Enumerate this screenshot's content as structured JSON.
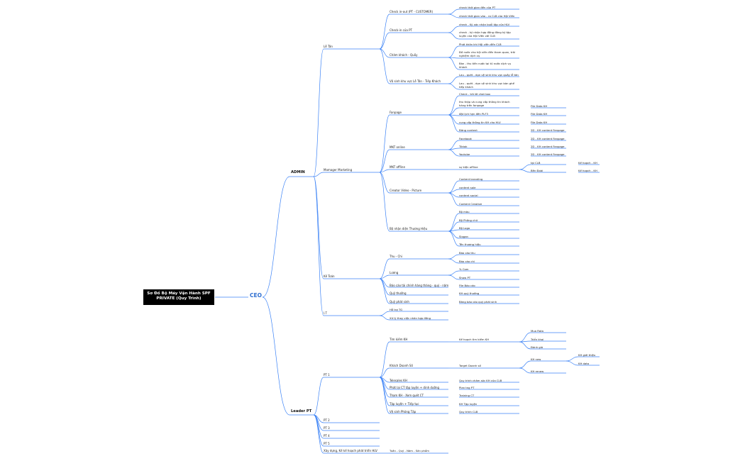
{
  "root": "Sơ Đồ Bộ Máy Vận Hành SPF PRIVATE (Quy Trình)",
  "ceo": "CEO",
  "admin": {
    "label": "ADMIN",
    "le_tan": {
      "label": "Lễ Tân",
      "items": [
        {
          "label": "Check in-out (PT - CUSTOMER)",
          "children": [
            "check thời gian đến của PT",
            "check thời gian vào - ra CLB của Hội Viên"
          ]
        },
        {
          "label": "Check-in của PT",
          "children": [
            "check - Ký xác nhận buổi tập của HLV",
            "check - ký nhận hợp đồng đăng ký tập luyện của Hội Viên với CLB"
          ]
        },
        {
          "label": "Chăm khách - Quầy",
          "children": [
            "Phát khăn khi Hội viên đến CLB",
            "Đồ nước cho hội viên đến tham quan, trải nghiệm dịch vụ",
            "Bàn - thu tiền nước tại tủ nước dịch vụ khách"
          ]
        },
        {
          "label": "Vệ sinh khu vực Lễ Tân - Tiếp Khách",
          "children": [
            "Lau - quét - dọn vệ sinh khu vực quầy lễ tân",
            "Lau - quét - dọn vệ sinh khu vực bàn ghế tiếp khách"
          ]
        }
      ]
    },
    "marketing": {
      "label": "Mamager Marketing",
      "fanpage": {
        "label": "Fanpage",
        "items": [
          {
            "label": "Check - trả lời chat box",
            "tag": ""
          },
          {
            "label": "thu thập và cung cấp thông tin khách hàng trên fanpage",
            "tag": "File Data KH"
          },
          {
            "label": "đặt lịch hẹn đến PLF3",
            "tag": "File Data KH"
          },
          {
            "label": "cung cấp thông tin KH cho HLV",
            "tag": "File Data KH"
          },
          {
            "label": "Đăng content",
            "tag": "2D - KH content Fanpage"
          }
        ]
      },
      "mkt_online": {
        "label": "MKT online",
        "items": [
          {
            "label": "Facebook",
            "tag": "2D - KH content Fanpage"
          },
          {
            "label": "Tiktok",
            "tag": "2D - KH content Fanpage"
          },
          {
            "label": "Youtube",
            "tag": "2D - KH content Fanpage"
          }
        ]
      },
      "mkt_offline": {
        "label": "MKT offline",
        "event": "sự kiện offline",
        "children": [
          {
            "label": "tại CLB",
            "tag": "Kế hoạch - KH"
          },
          {
            "label": "Bên Đoài",
            "tag": "Kế hoạch - KH"
          }
        ]
      },
      "video": {
        "label": "Creator Video - Picture",
        "children": [
          "Content branding",
          "content sale",
          "content social",
          "Content Creative"
        ]
      },
      "brand": {
        "label": "Bộ nhận diện Thương Hiệu",
        "children": [
          "Bộ màu",
          "Bộ Phông chữ",
          "Bộ Logo",
          "Slogan",
          "Tên thương hiệu"
        ]
      }
    },
    "ke_toan": {
      "label": "Kế Toán",
      "thu_chi": {
        "label": "Thu - Chi",
        "children": [
          "Báo cáo thu",
          "Báo cáo chi"
        ]
      },
      "luong": {
        "label": "Lương",
        "children": [
          "% Com",
          "Show PT"
        ]
      },
      "items": [
        {
          "label": "Báo cáo tài chính hàng tháng - quý - năm",
          "tag": "File Báo cáo"
        },
        {
          "label": "Quỹ thưởng",
          "tag": "KH quỹ thưởng"
        },
        {
          "label": "Quỹ phát sinh",
          "tag": "Bảng báo cáo quỹ phát sinh"
        }
      ]
    },
    "it": {
      "label": "I.T",
      "children": [
        "Hỗ trợ TG",
        "Xử lý thay việc nhân hợp đồng"
      ]
    }
  },
  "leader": {
    "label": "Leader PT",
    "pt1": {
      "label": "PT 1",
      "tim_kiem": {
        "label": "Tìm kiếm KH",
        "plan": "Kế hoạch tìm kiếm KH",
        "children": [
          "Mua Rata",
          "Triển khai",
          "Đánh giá"
        ]
      },
      "doanh_so": {
        "label": "Khách Doanh Số",
        "plan": "Target Doanh số",
        "kh_new": "KH new",
        "kh_new_children": [
          "KH giới thiệu",
          "KH data"
        ],
        "kh_renew": "KH renew"
      },
      "items": [
        {
          "label": "Telesales KH",
          "tag": "Quy trình chăm sóc KH của CLB"
        },
        {
          "label": "Phát lại CT tập luyện + dinh dưỡng",
          "tag": "Plan tng PT"
        },
        {
          "label": "Tham KH - Xem quét CT",
          "tag": "Training CT"
        },
        {
          "label": "Tập luyện + Tiếp tục",
          "tag": "KH Tập luyện"
        },
        {
          "label": "Vệ sinh Phòng Tập",
          "tag": "Quy trình CLB"
        }
      ]
    },
    "others": [
      "PT 2",
      "PT 3",
      "PT 4",
      "PT 5"
    ],
    "plan": {
      "label": "Xây dựng, Kế kế hoạch phát triển HLV",
      "tag": "Tuần - Quý - Năm - Sản phẩm"
    }
  }
}
